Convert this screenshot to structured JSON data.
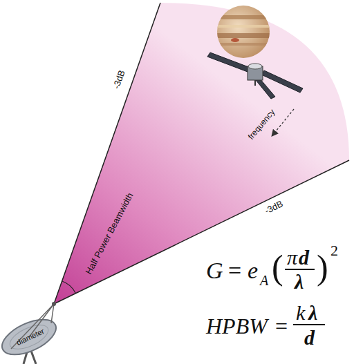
{
  "diagram": {
    "labels": [
      "-3dB",
      "-3dB",
      "Half Power Beamwidth",
      "frequency",
      "diameter",
      "G",
      "=",
      "e",
      "A",
      "(",
      "π",
      "d",
      "λ",
      ")",
      "2",
      "HPBW",
      "=",
      "k",
      "λ",
      "d"
    ]
  }
}
